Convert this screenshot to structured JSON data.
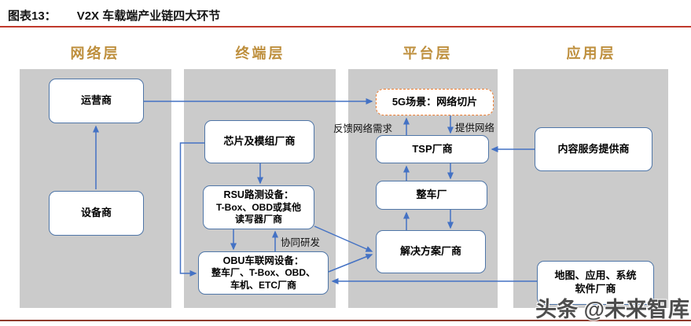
{
  "figure": {
    "label": "图表13：",
    "title": "V2X 车载端产业链四大环节"
  },
  "layers": [
    {
      "header": "网络层"
    },
    {
      "header": "终端层"
    },
    {
      "header": "平台层"
    },
    {
      "header": "应用层"
    }
  ],
  "nodes": {
    "operator": {
      "l1": "运营商"
    },
    "device": {
      "l1": "设备商"
    },
    "chip": {
      "l1": "芯片及模组厂商"
    },
    "rsu": {
      "l1": "RSU路测设备：",
      "l2": "T-Box、OBD或其他",
      "l3": "读写器厂商"
    },
    "obu": {
      "l1": "OBU车联网设备：",
      "l2": "整车厂、T-Box、OBD、",
      "l3": "车机、ETC厂商"
    },
    "slice5g": {
      "l1": "5G场景：网络切片"
    },
    "tsp": {
      "l1": "TSP厂商"
    },
    "oem": {
      "l1": "整车厂"
    },
    "solution": {
      "l1": "解决方案厂商"
    },
    "content": {
      "l1": "内容服务提供商"
    },
    "mapsw": {
      "l1": "地图、应用、系统",
      "l2": "软件厂商"
    }
  },
  "edge_labels": {
    "feedback": "反馈网络需求",
    "provide": "提供网络",
    "codev": "协同研发"
  },
  "watermark": "头条 @未来智库",
  "colors": {
    "header_gold": "#be8f3d",
    "band_gray": "#cbcbcb",
    "line_blue": "#4472c4",
    "box_border_blue": "#4f76a8",
    "dashed_orange": "#ed7d31",
    "rule_red_top": "#c0392b",
    "rule_red_bottom": "#8f3a2b"
  }
}
